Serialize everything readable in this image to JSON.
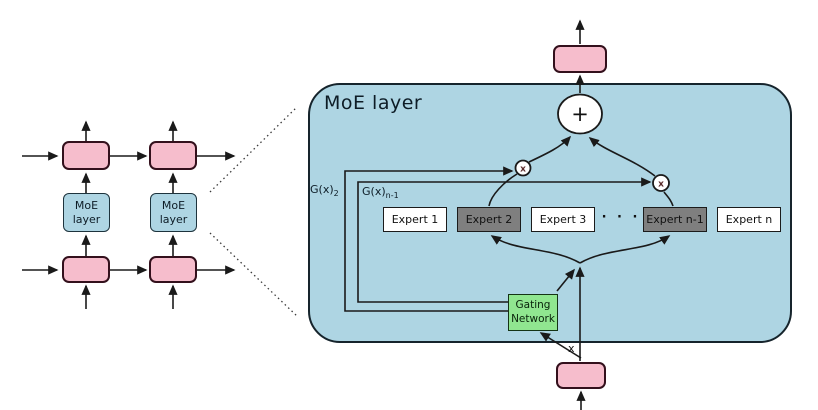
{
  "diagram": {
    "left": {
      "moe_cells": [
        {
          "line1": "MoE",
          "line2": "layer"
        },
        {
          "line1": "MoE",
          "line2": "layer"
        }
      ]
    },
    "moe": {
      "title": "MoE layer",
      "gate_weight_left": {
        "base": "G(x)",
        "sub": "2"
      },
      "gate_weight_right": {
        "base": "G(x)",
        "sub": "n-1"
      },
      "experts": [
        {
          "label": "Expert 1"
        },
        {
          "label": "Expert 2"
        },
        {
          "label": "Expert 3"
        },
        {
          "label": "Expert n-1"
        },
        {
          "label": "Expert n"
        }
      ],
      "ellipsis": "· · ·",
      "gating": {
        "line1": "Gating",
        "line2": "Network"
      },
      "sum_op": "+",
      "mul_op": "x",
      "input_label": "x"
    },
    "colors": {
      "panel_blue": "#aed5e3",
      "box_pink": "#f6bdcc",
      "expert_gray": "#7f7f7f",
      "expert_white": "#ffffff",
      "gating_green": "#90e690",
      "line": "#1a1a1a"
    }
  }
}
